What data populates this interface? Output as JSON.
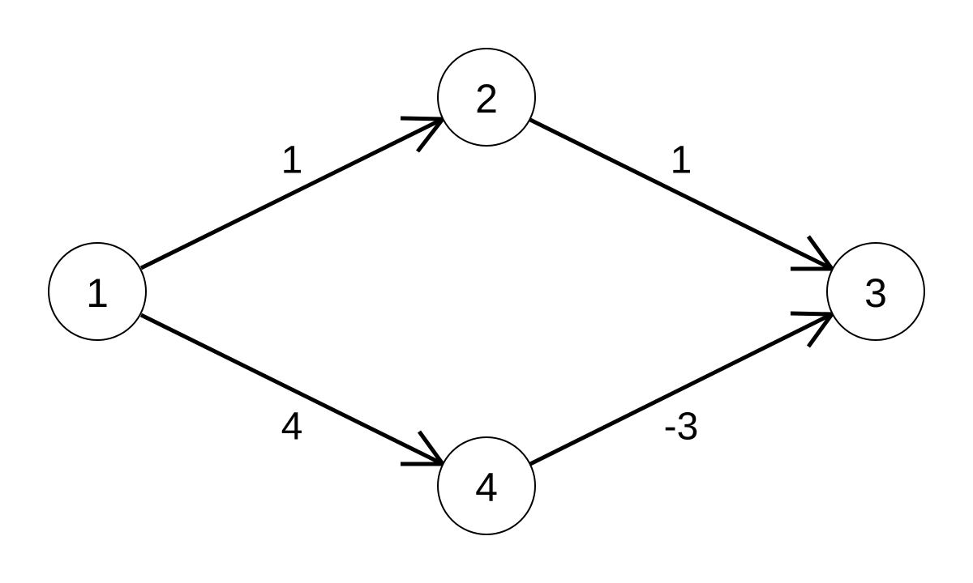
{
  "graph": {
    "nodes": [
      {
        "id": "1",
        "label": "1"
      },
      {
        "id": "2",
        "label": "2"
      },
      {
        "id": "3",
        "label": "3"
      },
      {
        "id": "4",
        "label": "4"
      }
    ],
    "edges": [
      {
        "from": "1",
        "to": "2",
        "weight": "1"
      },
      {
        "from": "2",
        "to": "3",
        "weight": "1"
      },
      {
        "from": "1",
        "to": "4",
        "weight": "4"
      },
      {
        "from": "4",
        "to": "3",
        "weight": "-3"
      }
    ]
  }
}
